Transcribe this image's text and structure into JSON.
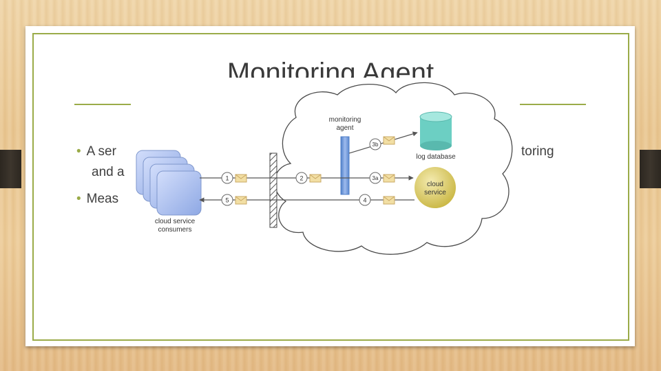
{
  "slide": {
    "title": "Monitoring Agent",
    "bullets": [
      {
        "visible_left": "A ser",
        "visible_right": "toring"
      },
      {
        "visible_left": "and a"
      },
      {
        "visible_left": "Meas"
      }
    ]
  },
  "diagram": {
    "consumers_label_line1": "cloud service",
    "consumers_label_line2": "consumers",
    "agent_label_line1": "monitoring",
    "agent_label_line2": "agent",
    "database_label": "log database",
    "service_label_line1": "cloud",
    "service_label_line2": "service",
    "steps": {
      "s1": "1",
      "s2": "2",
      "s3a": "3a",
      "s3b": "3b",
      "s4": "4",
      "s5": "5"
    },
    "colors": {
      "accent": "#9aab48",
      "consumer": "#9db5ea",
      "database": "#6ccfc3",
      "service": "#d8c85a",
      "agent": "#6f98d8",
      "envelope": "#f2dfa4"
    }
  }
}
